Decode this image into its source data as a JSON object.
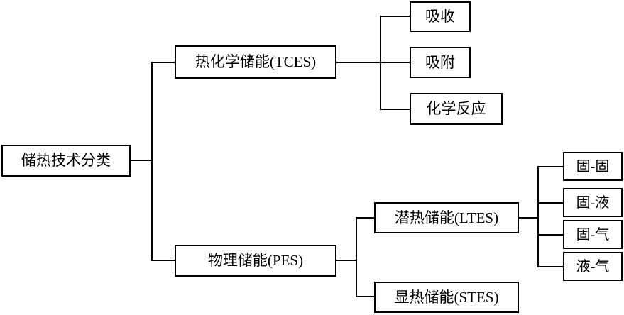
{
  "diagram": {
    "title": "储热技术分类",
    "type": "tree-hierarchy",
    "orientation": "left-to-right",
    "colors": {
      "background": "#ffffff",
      "box_border": "#000000",
      "box_fill": "#ffffff",
      "text": "#000000",
      "connector": "#000000"
    },
    "root": {
      "label": "储热技术分类"
    },
    "level2": [
      {
        "label": "热化学储能(TCES)"
      },
      {
        "label": "物理储能(PES)"
      }
    ],
    "tces_children": [
      {
        "label": "吸收"
      },
      {
        "label": "吸附"
      },
      {
        "label": "化学反应"
      }
    ],
    "pes_children": [
      {
        "label": "潜热储能(LTES)"
      },
      {
        "label": "显热储能(STES)"
      }
    ],
    "ltes_children": [
      {
        "label": "固-固"
      },
      {
        "label": "固-液"
      },
      {
        "label": "固-气"
      },
      {
        "label": "液-气"
      }
    ]
  }
}
